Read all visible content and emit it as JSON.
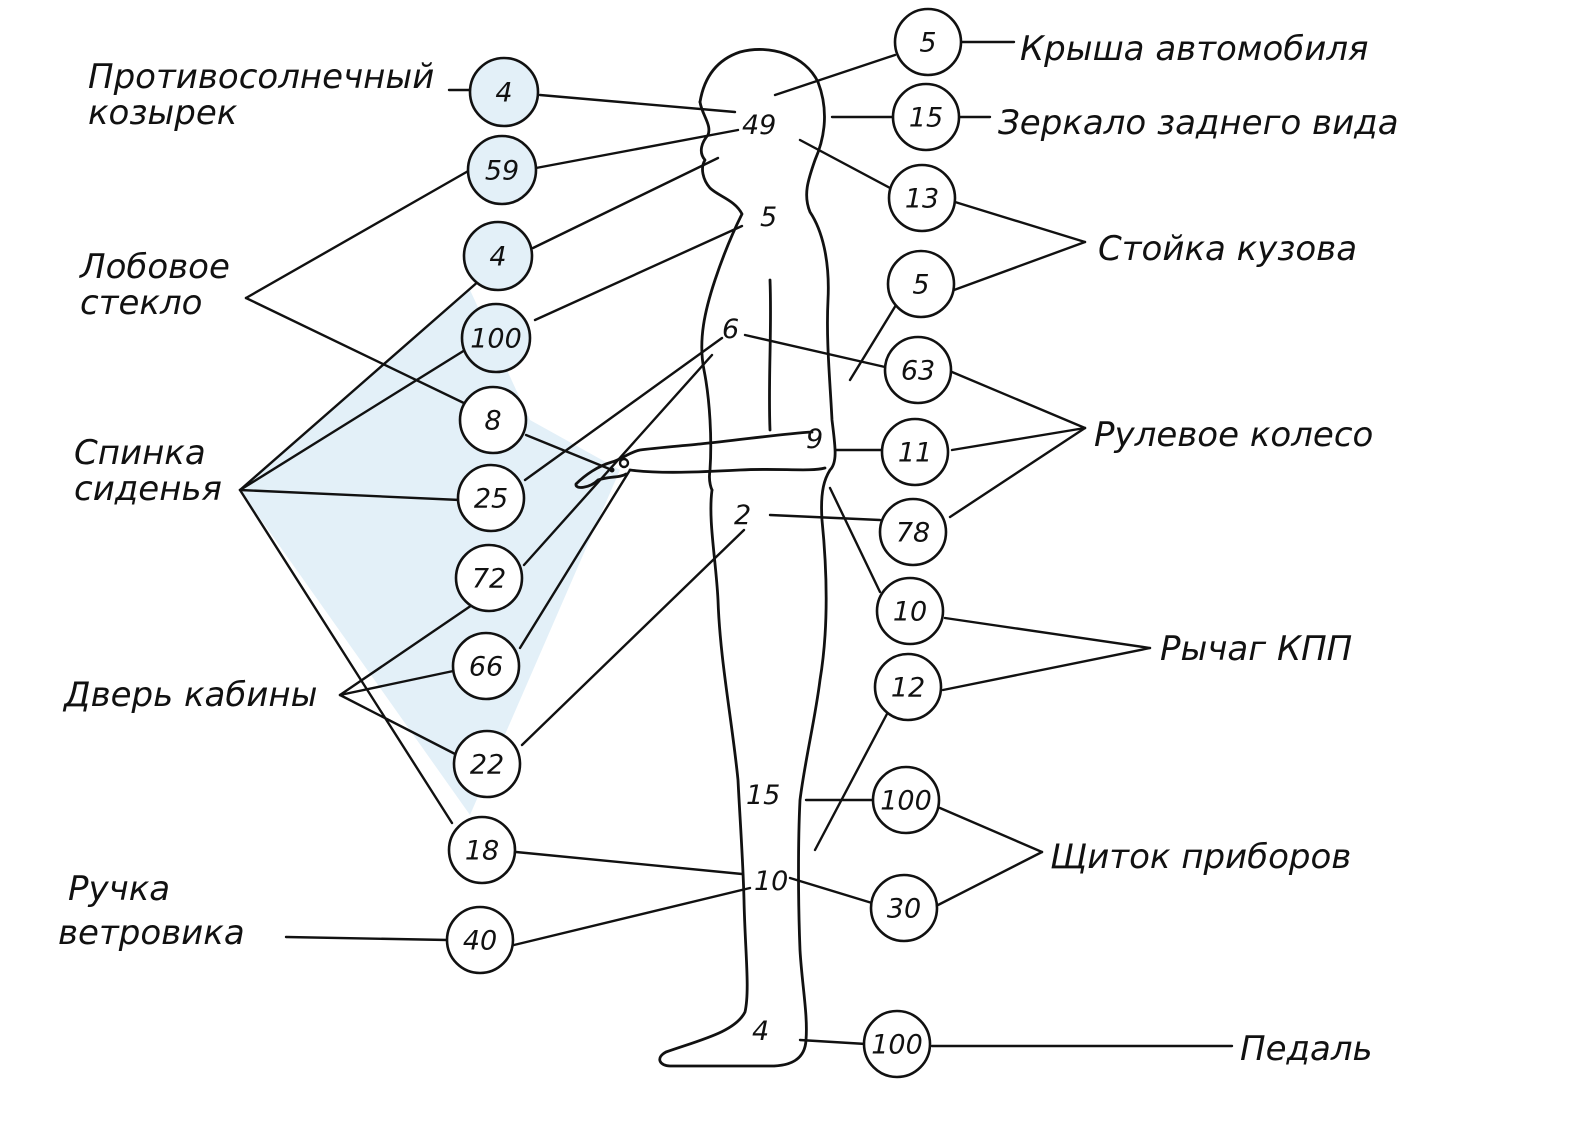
{
  "colors": {
    "ink": "#111111",
    "circle_fill_highlight": "#e3f0f8",
    "circle_fill_plain": "#ffffff",
    "region_fill": "#e3f0f8"
  },
  "labels": {
    "sun_visor": [
      "Противосолнечный",
      "козырек"
    ],
    "windshield": [
      "Лобовое",
      "стекло"
    ],
    "seat_back": [
      "Спинка",
      "сиденья"
    ],
    "cabin_door": [
      "Дверь кабины"
    ],
    "vent_handle": [
      "Ручка",
      "ветровика"
    ],
    "car_roof": [
      "Крыша автомобиля"
    ],
    "rear_mirror": [
      "Зеркало заднего вида"
    ],
    "body_pillar": [
      "Стойка кузова"
    ],
    "steering_wheel": [
      "Рулевое колесо"
    ],
    "gear_lever": [
      "Рычаг КПП"
    ],
    "instrument_panel": [
      "Щиток приборов"
    ],
    "pedal": [
      "Педаль"
    ]
  },
  "left_values": [
    "4",
    "59",
    "4",
    "100",
    "8",
    "25",
    "72",
    "66",
    "22",
    "18",
    "40"
  ],
  "right_values": [
    "5",
    "15",
    "13",
    "5",
    "63",
    "11",
    "78",
    "10",
    "12",
    "100",
    "30",
    "100"
  ],
  "body_points": [
    "49",
    "5",
    "6",
    "9",
    "2",
    "15",
    "10",
    "4"
  ]
}
